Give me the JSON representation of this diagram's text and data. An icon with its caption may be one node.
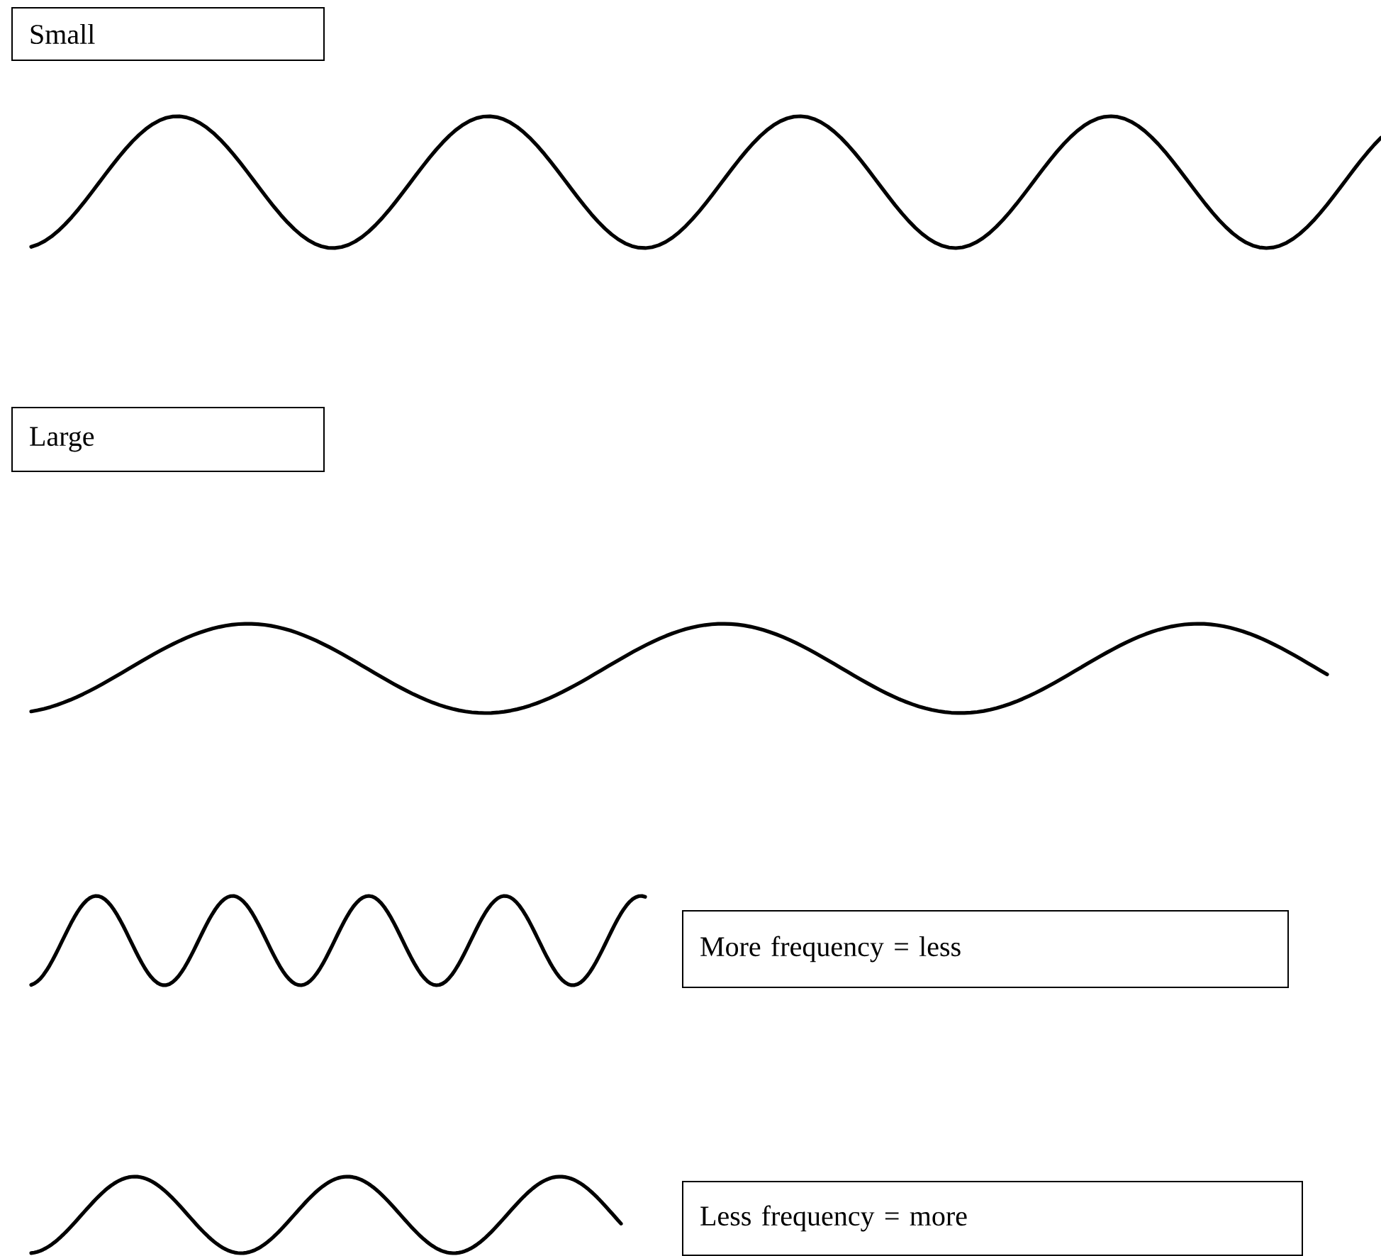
{
  "diagram": {
    "nodes": [
      {
        "text": [
          "Small"
        ]
      },
      {
        "text": [
          "Large"
        ]
      },
      {
        "text": [
          "More frequency = less"
        ]
      },
      {
        "text": [
          "Less frequency = more"
        ]
      }
    ]
  }
}
